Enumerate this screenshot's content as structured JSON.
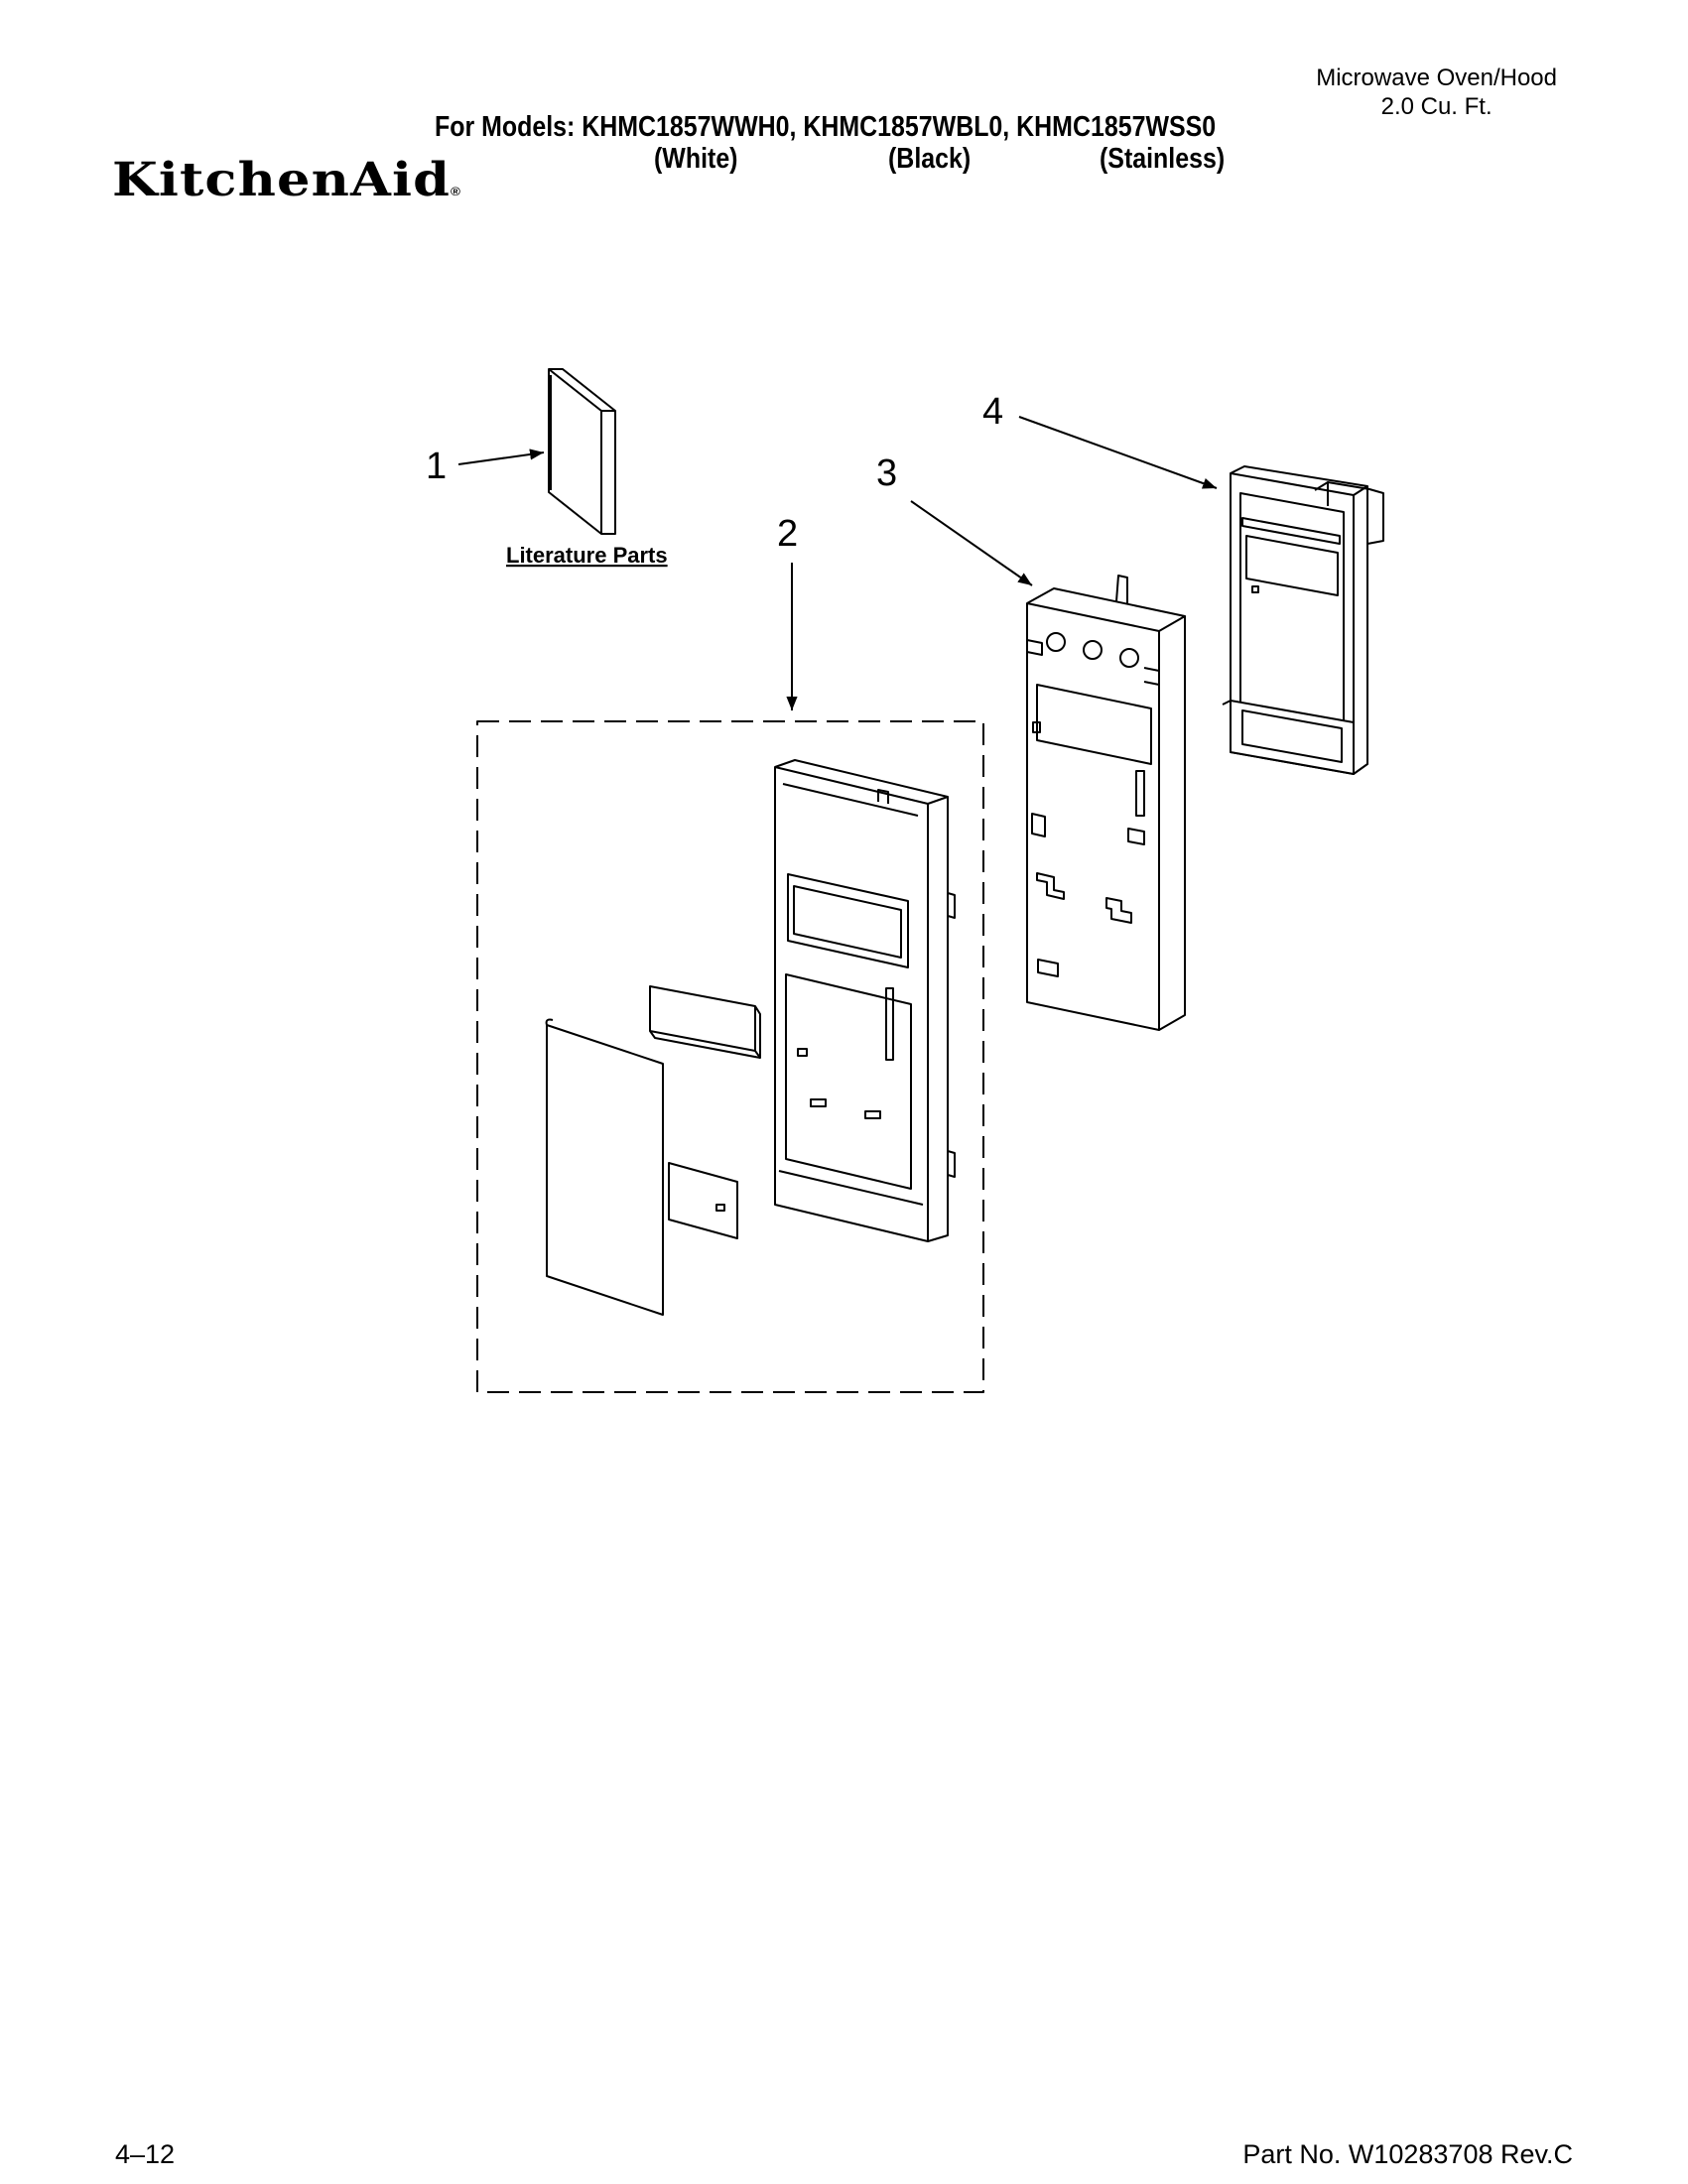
{
  "header": {
    "product_line1": "Microwave Oven/Hood",
    "product_line2": "2.0 Cu. Ft.",
    "models": "For Models: KHMC1857WWH0, KHMC1857WBL0, KHMC1857WSS0",
    "color_white": "(White)",
    "color_black": "(Black)",
    "color_stainless": "(Stainless)",
    "brand": "KitchenAid",
    "brand_mark": "®"
  },
  "callouts": {
    "c1": "1",
    "c2": "2",
    "c3": "3",
    "c4": "4",
    "literature_label": "Literature Parts"
  },
  "footer": {
    "page_number": "4–12",
    "part_number": "Part No. W10283708 Rev.C"
  }
}
